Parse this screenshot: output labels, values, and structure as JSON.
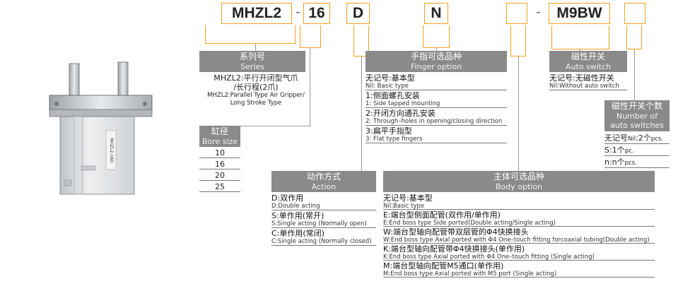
{
  "model_code": {
    "segments": [
      "MHZL2",
      "16",
      "D",
      "N",
      "",
      "M9BW",
      ""
    ],
    "dashes": [
      "-",
      "-"
    ]
  },
  "series": {
    "header_cn": "系列号",
    "header_en": "Series",
    "desc_cn_1": "MHZL2:平行开闭型气爪",
    "desc_cn_2": "/长行程(2爪)",
    "desc_en_1": "MHZL2:Parallel Type Air Gripper/",
    "desc_en_2": "Long Stroke Type"
  },
  "bore": {
    "header_cn": "缸径",
    "header_en": "Bore size",
    "values": [
      "10",
      "16",
      "20",
      "25"
    ]
  },
  "action": {
    "header_cn": "动作方式",
    "header_en": "Action",
    "items": [
      {
        "cn": "D:双作用",
        "en": "D:Double acting"
      },
      {
        "cn": "S:单作用(常开)",
        "en": "S:Single acting (Normally open)"
      },
      {
        "cn": "C:单作用(常闭)",
        "en": "C:Single acting (Normally closed)"
      }
    ]
  },
  "finger": {
    "header_cn": "手指可选品种",
    "header_en": "Finger option",
    "items": [
      {
        "cn": "无记号:基本型",
        "en": "Nil: Basic type"
      },
      {
        "cn": "1:侧面螺孔安装",
        "en": "1: Side tapped mounting"
      },
      {
        "cn": "2:开闭方向通孔安装",
        "en": "2: Through–holes in opening/closing direction"
      },
      {
        "cn": "3:扁平手指型",
        "en": "3: Flat type fingers"
      }
    ]
  },
  "body": {
    "header_cn": "主体可选品种",
    "header_en": "Body option",
    "items": [
      {
        "cn": "无记号:基本型",
        "en": "Nil:Basic type"
      },
      {
        "cn": "E:端台型侧面配管(双作用/单作用)",
        "en": "E:End boss type Side ported(Double acting/Single acting)"
      },
      {
        "cn": "W:端台型轴向配管带双层管的Φ4快换接头",
        "en": "W:End boss type Axial ported with Φ4 One–touch fitting forcoaxial tubing(Double acting)"
      },
      {
        "cn": "K:端台型轴向配管带Φ4快换接头(单作用)",
        "en": "K:End boss type Axial ported with Φ4 One–touch fitting (Single acting)"
      },
      {
        "cn": "M:端台型轴向配管M5通口(单作用)",
        "en": "M:End boss type Axial ported with M5 port (Single acting)"
      }
    ]
  },
  "auto_switch": {
    "header_cn": "磁性开关",
    "header_en": "Auto switch",
    "item_cn": "无记号:无磁性开关",
    "item_en": "Nil:Without auto switch"
  },
  "switch_count": {
    "header_cn": "磁性开关个数",
    "header_en_1": "Number of",
    "header_en_2": "auto switches",
    "items": [
      {
        "cn": "无记号",
        "en": "Nil",
        "cn2": ":2个",
        "en2": "pcs."
      },
      {
        "cn": "S:1个",
        "en": "pc."
      },
      {
        "cn": "n:n个",
        "en": "pcs."
      }
    ]
  },
  "product_label": "MHZL2-16D",
  "colors": {
    "bracket": "#f0a020",
    "header_bg": "#8a8a8a"
  }
}
